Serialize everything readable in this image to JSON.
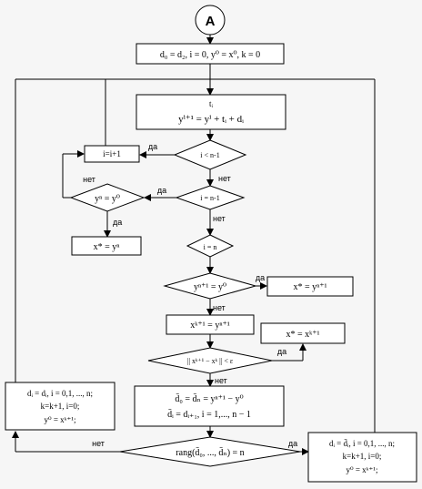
{
  "connector": "A",
  "init": "d₀ = d₂, i = 0, y⁰ = x⁰, k = 0",
  "step_top": "tᵢ",
  "step_formula": "yⁱ⁺¹ = yⁱ + tᵢ + dᵢ",
  "cond_i_lt": "i < n-1",
  "incr_i": "i=i+1",
  "cond_i_eq_n1": "i = n-1",
  "cond_yn_y0": "yⁿ = y⁰",
  "assign_xstar_yn": "x* = yⁿ",
  "cond_i_eq_n": "i = n",
  "cond_yn1_y0": "yⁿ⁺¹ = y⁰",
  "assign_xstar_yn1": "x* = yⁿ⁺¹",
  "assign_xk1": "xᵏ⁺¹ = yⁿ⁺¹",
  "assign_xstar_xk1": "x* = xᵏ⁺¹",
  "cond_norm": "|| xᵏ⁺¹ − xᵏ || < ε",
  "upd_line1": "d̄₀ = d̄ₙ = yⁿ⁺¹ − y⁰",
  "upd_line2": "d̄ᵢ = dᵢ₊₁, i = 1,..., n − 1",
  "cond_rang": "rang(d̄₀, ..., d̄ₙ) = n",
  "left_box": [
    "dᵢ = dᵢ, i = 0,1, ..., n;",
    "k=k+1, i=0;",
    "y⁰ = xᵏ⁺¹;"
  ],
  "right_box": [
    "dᵢ = d̄ᵢ, i = 0,1, ..., n;",
    "k=k+1, i=0;",
    "y⁰ = xᵏ⁺¹;"
  ],
  "labels": {
    "yes": "да",
    "no": "нет",
    "no_cap": "нет",
    "yes_cap": "да"
  }
}
